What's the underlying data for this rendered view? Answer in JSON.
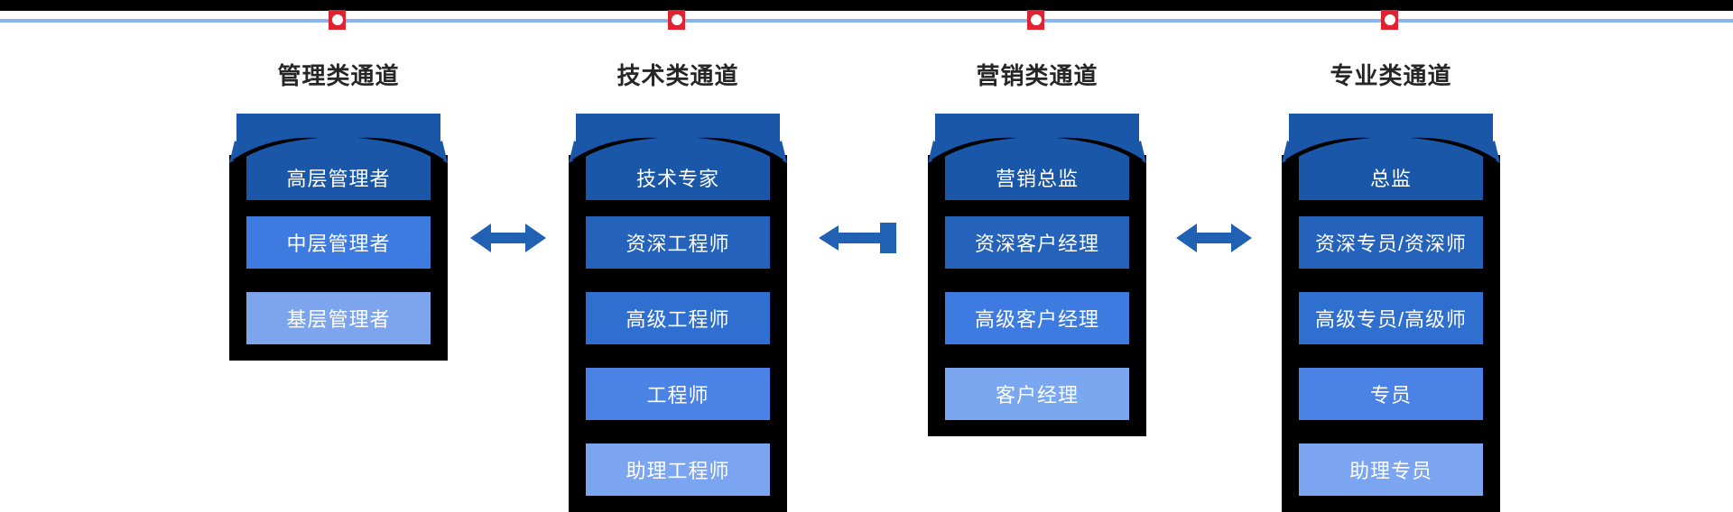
{
  "diagram": {
    "background": "#ffffff",
    "top_bar_color": "#000000",
    "timeline": {
      "line_color": "#8ab4f0",
      "marker_color": "#e02330",
      "marker_dot_color": "#ffffff"
    },
    "frame_color": "#000000",
    "cap_color": "#1a57a8",
    "swoosh_color": "#000000",
    "arrow_color": "#2161b4",
    "title_color": "#262626",
    "level_text_color": "#ffffff"
  },
  "channels": [
    {
      "title": "管理类通道",
      "levels": [
        {
          "label": "高层管理者",
          "color": "#1a57a8"
        },
        {
          "label": "中层管理者",
          "color": "#3d7be0"
        },
        {
          "label": "基层管理者",
          "color": "#7ca5ee"
        }
      ]
    },
    {
      "title": "技术类通道",
      "levels": [
        {
          "label": "技术专家",
          "color": "#1a57a8"
        },
        {
          "label": "资深工程师",
          "color": "#2562bc"
        },
        {
          "label": "高级工程师",
          "color": "#2f6fd0"
        },
        {
          "label": "工程师",
          "color": "#4a82e6"
        },
        {
          "label": "助理工程师",
          "color": "#7ba5f0"
        }
      ]
    },
    {
      "title": "营销类通道",
      "levels": [
        {
          "label": "营销总监",
          "color": "#1a57a8"
        },
        {
          "label": "资深客户经理",
          "color": "#2562bc"
        },
        {
          "label": "高级客户经理",
          "color": "#3d7be0"
        },
        {
          "label": "客户经理",
          "color": "#7aa7f0"
        }
      ]
    },
    {
      "title": "专业类通道",
      "levels": [
        {
          "label": "总监",
          "color": "#1a57a8"
        },
        {
          "label": "资深专员/资深师",
          "color": "#2562bc"
        },
        {
          "label": "高级专员/高级师",
          "color": "#2f6fd0"
        },
        {
          "label": "专员",
          "color": "#4a82e6"
        },
        {
          "label": "助理专员",
          "color": "#7ba5f0"
        }
      ]
    }
  ],
  "arrows": [
    {
      "between_channels": "1-2",
      "type": "double-headed"
    },
    {
      "between_channels": "2-3",
      "type": "left-pointing"
    },
    {
      "between_channels": "3-4",
      "type": "double-headed"
    }
  ]
}
